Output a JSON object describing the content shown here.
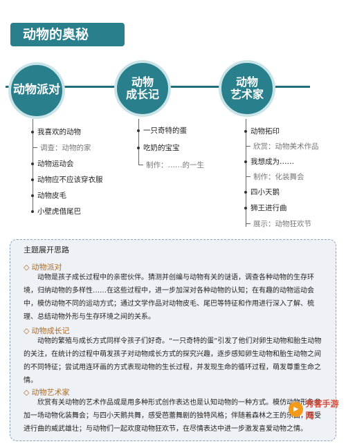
{
  "title": "动物的奥秘",
  "themes": [
    {
      "name_lines": [
        "动物派对"
      ],
      "items": [
        {
          "text": "我喜欢的动物",
          "sub": false
        },
        {
          "text": "调查：动物的家",
          "sub": true
        },
        {
          "text": "动物运动会",
          "sub": false
        },
        {
          "text": "动物应不应该穿衣服",
          "sub": false
        },
        {
          "text": "动物皮毛",
          "sub": false
        },
        {
          "text": "小壁虎借尾巴",
          "sub": false
        }
      ]
    },
    {
      "name_lines": [
        "动物",
        "成长记"
      ],
      "items": [
        {
          "text": "一只奇特的蛋",
          "sub": false
        },
        {
          "text": "吃奶的宝宝",
          "sub": false
        },
        {
          "text": "制作：……的一生",
          "sub": true
        }
      ]
    },
    {
      "name_lines": [
        "动物",
        "艺术家"
      ],
      "items": [
        {
          "text": "动物拓印",
          "sub": false
        },
        {
          "text": "欣赏：动物美术作品",
          "sub": true
        },
        {
          "text": "我想成为……",
          "sub": false
        },
        {
          "text": "制作：化装舞会",
          "sub": true
        },
        {
          "text": "四小天鹅",
          "sub": false
        },
        {
          "text": "狮王进行曲",
          "sub": false
        },
        {
          "text": "展示：动物狂欢节",
          "sub": true
        }
      ]
    }
  ],
  "ideas": {
    "heading": "主题展开思路",
    "sections": [
      {
        "title": "动物派对",
        "text": "动物是孩子成长过程中的亲密伙伴。猜测并创编与动物有关的谜语，调查各种动物的生存环境，归纳动物的多样性……在这些过程中，进一步加深对各种动物的认知；在有趣的动物运动会中，模仿动物不同的运动方式；通过文学作品对动物皮毛、尾巴等特征和作用进行深入了解、梳理、总结动物外形与生存环境之间的关系。"
      },
      {
        "title": "动物成长记",
        "text": "动物的繁殖与成长方式同样令孩子们好奇。“一只奇特的蛋”引发了他们对卵生动物和胎生动物的关注，在统计的过程中萌发孩子对动物成长方式的探究兴趣，逐步感知卵生动物和胎生动物之间的不同特征；尝试用连环画的方式表现动物的生长过程，并发现生命的循环过程，萌发尊重生命之情。"
      },
      {
        "title": "动物艺术家",
        "text": "欣赏有关动物的艺术作品或是用多种形式创作表达也是认知动物的一种方式。模仿动物形象参加一场动物化装舞会；与四小天鹅共舞，感受芭蕾舞剧的独特风格；伴随着森林之王的乐曲，感受进行曲的威武雄壮；与动物们一起欢度动物狂欢节，在尽情表达中进一步激发喜爱动物之情。"
      }
    ]
  },
  "watermark": "秀客手游网"
}
